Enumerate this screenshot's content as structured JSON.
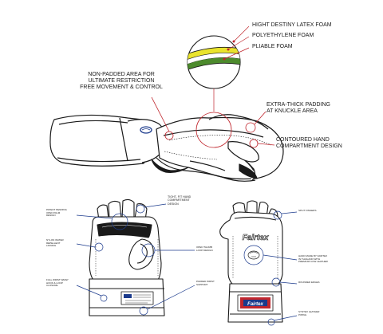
{
  "colors": {
    "line": "#1a1a1a",
    "callout": "#c0262d",
    "latex": "#e9e32c",
    "polyethylene": "#ffffff",
    "pliable": "#4c8a2c",
    "logo": "#1b3a8c"
  },
  "foam_layers": {
    "layer1": "HIGHT DESTINY LATEX FOAM",
    "layer2": "POLYETHYLENE FOAM",
    "layer3": "PLIABLE FOAM"
  },
  "side_view": {
    "non_padded_line1": "NON-PADDED AREA FOR",
    "non_padded_line2": "ULTIMATE RESTRICTION",
    "non_padded_line3": "FREE MOVEMENT & CONTROL",
    "knuckle_line1": "EXTRA-THICK PADDING",
    "knuckle_line2": "AT KNUCKLE AREA",
    "hand_line1": "CONTOURED HAND",
    "hand_line2": "COMPARTMENT DESIGN"
  },
  "palm_view": {
    "tight_fit_line1": "TIGHT- FIT HAND",
    "tight_fit_line2": "COMPARTMENT",
    "tight_fit_line3": "DESIGN",
    "patent_line1": "PATENT PENDING",
    "patent_line2": "OPEN PALM",
    "patent_line3": "DESIGN",
    "nylon_line1": "NYLON WATER",
    "nylon_line2": "REPELLENT",
    "nylon_line3": "LINNING",
    "thumb_line1": "OPEN THUMB",
    "thumb_line2": "LOOP DESIGN",
    "wrist_line1": "FULL WRIST WRAP",
    "wrist_line2": "HOOK & LOOP",
    "wrist_line3": "CLOSURE",
    "padded_line1": "PADDED WRIST",
    "padded_line2": "SUPPORT"
  },
  "back_view": {
    "brand": "Fairtex",
    "split_fingers": "SPLIT FINGERS",
    "handmade_line1": "HAND MADE BY FAIRTEX",
    "handmade_line2": "IN THAILAND WITH",
    "handmade_line3": "PREMIUM COW LEATHER",
    "rounded_edges": "ROUNDED EDGES",
    "piping_line1": "SYNTEX LEATHER",
    "piping_line2": "PIPING"
  }
}
